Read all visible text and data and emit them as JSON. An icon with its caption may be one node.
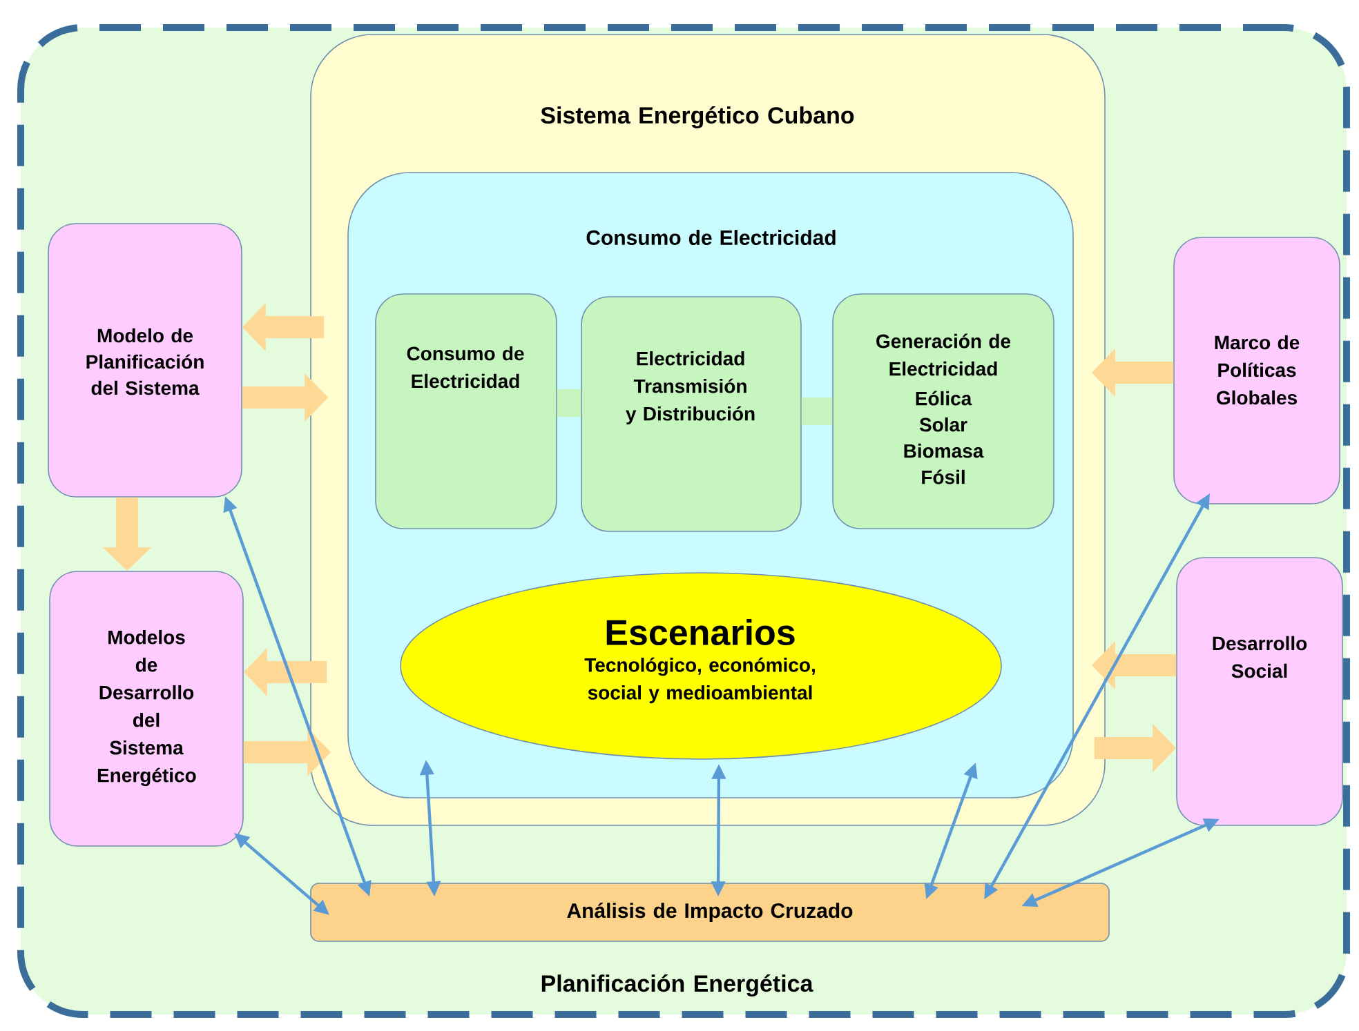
{
  "diagram": {
    "nodes": [
      {
        "text": [
          "Planificación Energética"
        ]
      },
      {
        "text": [
          "Sistema Energético Cubano"
        ],
        "in": 0
      },
      {
        "text": [
          "Consumo de Electricidad"
        ],
        "in": 1
      },
      {
        "text": [
          "Consumo de Electricidad"
        ],
        "in": 2
      },
      {
        "text": [
          "Electricidad Transmisión y Distribución"
        ],
        "in": 2
      },
      {
        "text": [
          "Generación de Electricidad",
          "Eólica Solar Biomasa Fósil"
        ],
        "in": 2
      },
      {
        "text": [
          "Escenarios",
          "Tecnológico, económico, social y medioambiental"
        ],
        "in": 2
      },
      {
        "text": [
          "Modelo de Planificación del Sistema"
        ],
        "in": 0
      },
      {
        "text": [
          "Modelos de Desarrollo del Sistema Energético"
        ],
        "in": 0
      },
      {
        "text": [
          "Marco de Políticas Globales"
        ],
        "in": 0
      },
      {
        "text": [
          "Desarrollo Social"
        ],
        "in": 0
      },
      {
        "text": [
          "Análisis de Impacto Cruzado"
        ],
        "in": 0
      }
    ],
    "edges": [
      {
        "from": 3,
        "to": 4,
        "arrow": "none",
        "color": "#c6f5c0"
      },
      {
        "from": 4,
        "to": 5,
        "arrow": "none",
        "color": "#c6f5c0"
      },
      {
        "from": 1,
        "to": 7,
        "arrow": "to"
      },
      {
        "from": 7,
        "to": 1,
        "arrow": "to"
      },
      {
        "from": 7,
        "to": 8,
        "arrow": "to"
      },
      {
        "from": 1,
        "to": 8,
        "arrow": "to"
      },
      {
        "from": 8,
        "to": 1,
        "arrow": "to"
      },
      {
        "from": 9,
        "to": 1,
        "arrow": "to"
      },
      {
        "from": 10,
        "to": 1,
        "arrow": "to"
      },
      {
        "from": 1,
        "to": 10,
        "arrow": "to"
      },
      {
        "from": 7,
        "to": 11,
        "arrow": "both",
        "color": "#5b9bd5"
      },
      {
        "from": 8,
        "to": 11,
        "arrow": "both",
        "color": "#5b9bd5"
      },
      {
        "from": 2,
        "to": 11,
        "arrow": "both",
        "color": "#5b9bd5"
      },
      {
        "from": 6,
        "to": 11,
        "arrow": "both",
        "color": "#5b9bd5"
      },
      {
        "from": 2,
        "to": 11,
        "arrow": "both",
        "color": "#5b9bd5"
      },
      {
        "from": 9,
        "to": 11,
        "arrow": "both",
        "color": "#5b9bd5"
      },
      {
        "from": 10,
        "to": 11,
        "arrow": "both",
        "color": "#5b9bd5"
      }
    ]
  }
}
